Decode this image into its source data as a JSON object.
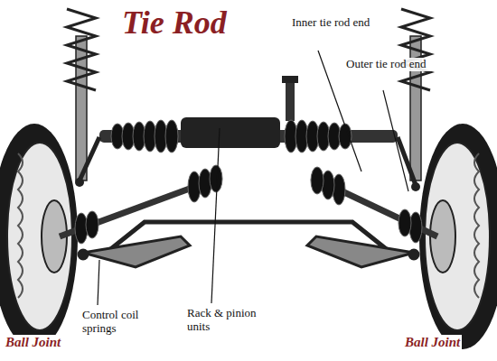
{
  "diagram": {
    "title": "Tie Rod",
    "labels": [
      "Inner tie rod end",
      "Outer tie rod end",
      "Control coil springs",
      "Rack & pinion units",
      "Ball Joint",
      "Ball Joint"
    ]
  }
}
